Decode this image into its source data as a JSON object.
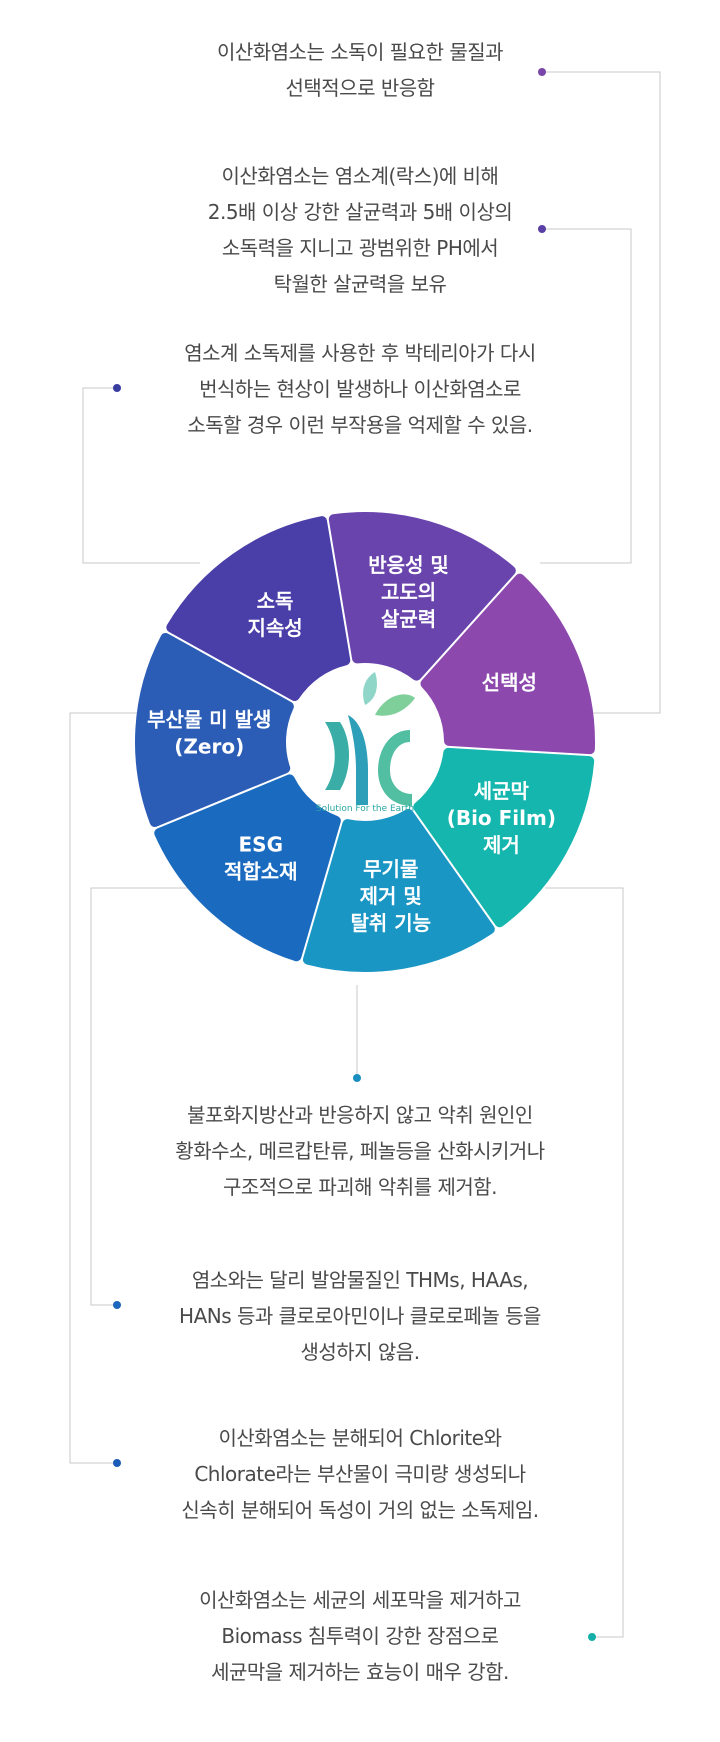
{
  "descriptions": [
    {
      "id": "desc-selectivity",
      "lines": [
        "이산화염소는 소독이 필요한 물질과",
        "선택적으로 반응함"
      ]
    },
    {
      "id": "desc-reactivity",
      "lines": [
        "이산화염소는 염소계(락스)에 비해",
        "2.5배 이상 강한 살균력과 5배 이상의",
        "소독력을 지니고 광범위한 PH에서",
        "탁월한 살균력을 보유"
      ]
    },
    {
      "id": "desc-persistence",
      "lines": [
        "염소계 소독제를 사용한 후 박테리아가 다시",
        "번식하는 현상이 발생하나 이산화염소로",
        "소독할 경우 이런 부작용을 억제할 수 있음."
      ]
    },
    {
      "id": "desc-odor",
      "lines": [
        "불포화지방산과 반응하지 않고 악취 원인인",
        "황화수소, 메르캅탄류, 페놀등을 산화시키거나",
        "구조적으로 파괴해 악취를 제거함."
      ]
    },
    {
      "id": "desc-esg",
      "lines": [
        "염소와는 달리 발암물질인 THMs, HAAs,",
        "HANs 등과 클로로아민이나 클로로페놀 등을",
        "생성하지 않음."
      ]
    },
    {
      "id": "desc-byproduct",
      "lines": [
        "이산화염소는 분해되어 Chlorite와",
        "Chlorate라는 부산물이 극미량 생성되나",
        "신속히 분해되어 독성이 거의 없는 소독제임."
      ]
    },
    {
      "id": "desc-biofilm",
      "lines": [
        "이산화염소는 세균의 세포막을 제거하고",
        "Biomass 침투력이 강한 장점으로",
        "세균막을 제거하는 효능이 매우 강함."
      ]
    }
  ],
  "segments": [
    {
      "id": "reactivity",
      "lines": [
        "반응성 및",
        "고도의",
        "살균력"
      ],
      "color": "#6a44ad"
    },
    {
      "id": "selectivity",
      "lines": [
        "선택성"
      ],
      "color": "#8d48ae"
    },
    {
      "id": "biofilm",
      "lines": [
        "세균막",
        "(Bio Film)",
        "제거"
      ],
      "color": "#14b6ae"
    },
    {
      "id": "odor",
      "lines": [
        "무기물",
        "제거 및",
        "탈취 기능"
      ],
      "color": "#1996c4"
    },
    {
      "id": "esg",
      "lines": [
        "ESG",
        "적합소재"
      ],
      "color": "#1a6bbf"
    },
    {
      "id": "byproduct",
      "lines": [
        "부산물 미 발생",
        "(Zero)"
      ],
      "color": "#2b5db6"
    },
    {
      "id": "persistence",
      "lines": [
        "소독",
        "지속성"
      ],
      "color": "#4a3ea9"
    }
  ],
  "logo": {
    "text": "Solution For the Earth"
  },
  "colors": {
    "connector": "#c8c8c8",
    "text": "#4a4a4a"
  }
}
